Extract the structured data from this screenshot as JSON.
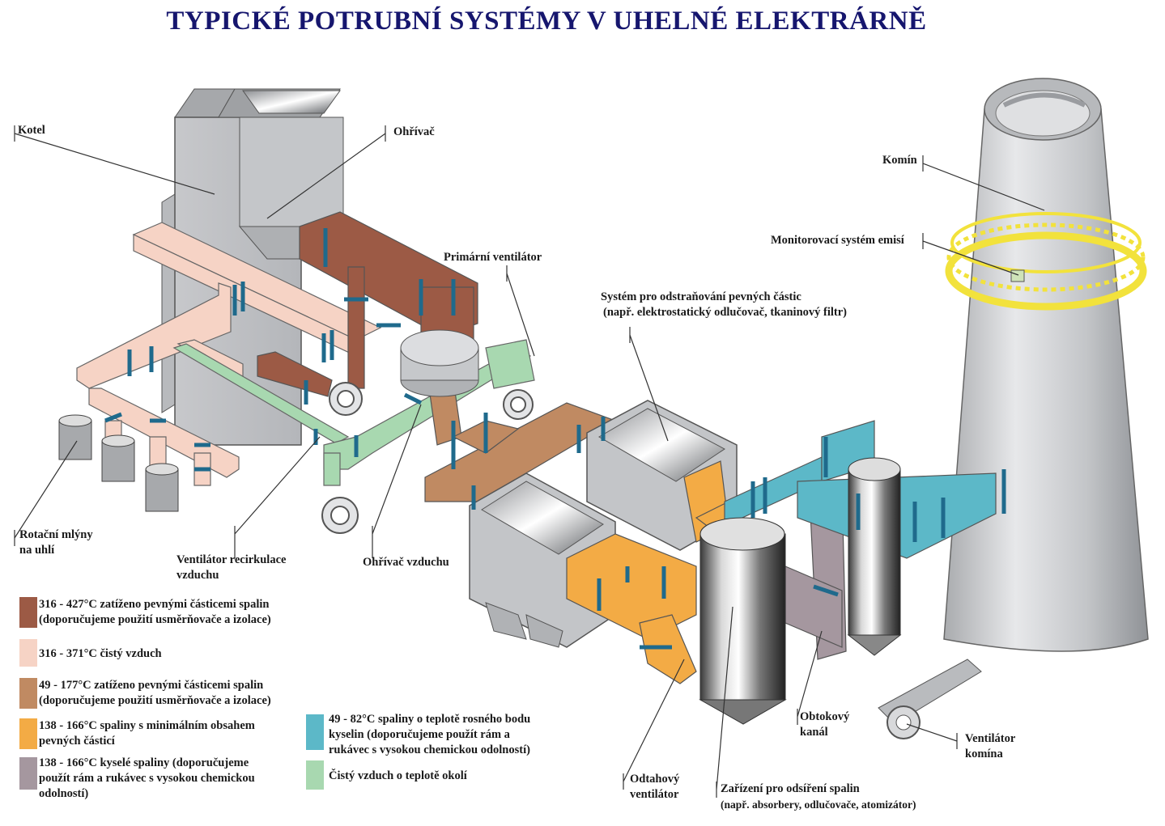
{
  "title": "TYPICKÉ POTRUBNÍ SYSTÉMY V UHELNÉ ELEKTRÁRNĚ",
  "labels": {
    "kotel": "Kotel",
    "ohrivac": "Ohřívač",
    "komin": "Komín",
    "monitoring": "Monitorovací systém emisí",
    "primarni_ventilator": "Primární ventilátor",
    "particle_line1": "Systém pro odstraňování pevných částic",
    "particle_line2": "(např. elektrostatický odlučovač,  tkaninový filtr)",
    "mlyny_line1": "Rotační mlýny",
    "mlyny_line2": "na uhlí",
    "recirk_line1": "Ventilátor recirkulace",
    "recirk_line2": "vzduchu",
    "ohrivac_vzduchu": "Ohřívač vzduchu",
    "obtokovy_line1": "Obtokový",
    "obtokovy_line2": "kanál",
    "ventilator_kominu_line1": "Ventilátor",
    "ventilator_kominu_line2": "komína",
    "odtahovy_line1": "Odtahový",
    "odtahovy_line2": "ventilátor",
    "odsireni_line1": "Zařízení pro odsíření spalin",
    "odsireni_line2": "(např. absorbery, odlučovače, atomizátor)"
  },
  "legend": [
    {
      "color": "#9c5a45",
      "line1": "316 - 427°C zatíženo pevnými částicemi spalin",
      "line2": "(doporučujeme použití usměrňovače a izolace)"
    },
    {
      "color": "#f6d3c5",
      "line1": "316 - 371°C čistý vzduch",
      "line2": ""
    },
    {
      "color": "#c08a62",
      "line1": "49 - 177°C zatíženo pevnými částicemi spalin",
      "line2": "(doporučujeme použití usměrňovače a izolace)"
    },
    {
      "color": "#f3ab45",
      "line1": "138 - 166°C spaliny s minimálním obsahem",
      "line2": "pevných částicí"
    },
    {
      "color": "#a5979f",
      "line1": "138 - 166°C kyselé spaliny (doporučujeme",
      "line2": "použít rám a rukávec s vysokou chemickou",
      "line3": "odolností)"
    },
    {
      "color": "#5cb8c8",
      "line1": "49 - 82°C spaliny o teplotě rosného bodu",
      "line2": "kyselin (doporučujeme použít rám a",
      "line3": "rukávec s vysokou chemickou odolností)"
    },
    {
      "color": "#a8d8b0",
      "line1": "Čistý vzduch o teplotě okolí",
      "line2": ""
    }
  ],
  "colors": {
    "title": "#16166e",
    "clamp": "#1f6a8c",
    "equipment_gray": "#c9cacc",
    "stack_gray": "#c7c8ca",
    "ring_yellow": "#f2e23c"
  }
}
